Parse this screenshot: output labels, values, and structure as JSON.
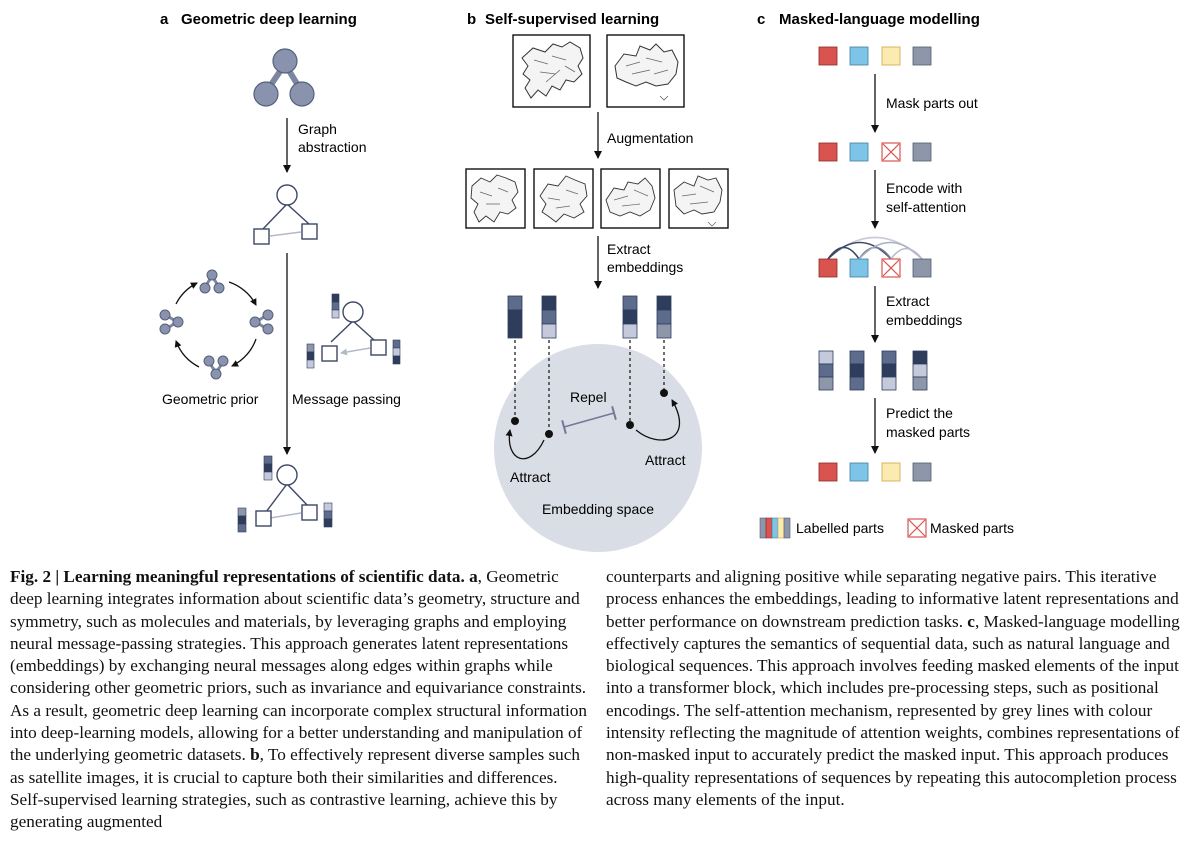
{
  "panels": {
    "a": {
      "letter": "a",
      "title": "Geometric deep learning",
      "step_graph_abstraction": [
        "Graph",
        "abstraction"
      ],
      "geometric_prior_label": "Geometric prior",
      "message_passing_label": "Message passing"
    },
    "b": {
      "letter": "b",
      "title": "Self-supervised learning",
      "step_augmentation": "Augmentation",
      "step_extract": [
        "Extract",
        "embeddings"
      ],
      "repel_label": "Repel",
      "attract_left_label": "Attract",
      "attract_right_label": "Attract",
      "embedding_space_label": "Embedding space"
    },
    "c": {
      "letter": "c",
      "title": "Masked-language modelling",
      "step_mask": "Mask parts out",
      "step_encode": [
        "Encode with",
        "self-attention"
      ],
      "step_extract": [
        "Extract",
        "embeddings"
      ],
      "step_predict": [
        "Predict the",
        "masked parts"
      ],
      "legend_labelled": "Labelled parts",
      "legend_masked": "Masked parts"
    }
  },
  "colors": {
    "token_red": "#d9534f",
    "token_blue": "#7ec4e8",
    "token_yellow": "#fcebb0",
    "token_grey": "#8e96aa",
    "node_fill": "#8a93ad",
    "embedding_dark": "#2f3d5c",
    "embedding_mid": "#5d6c8c",
    "embedding_light": "#c4cadb",
    "embedding_space": "#d9dde6",
    "line_grey": "#b3b9c8"
  },
  "caption": {
    "fig_label": "Fig. 2 | Learning meaningful representations of scientific data.",
    "a_letter": "a",
    "a_text": ", Geometric deep learning integrates information about scientific data’s geometry, structure and symmetry, such as molecules and materials, by leveraging graphs and employing neural message-passing strategies. This approach generates latent representations (embeddings) by exchanging neural messages along edges within graphs while considering other geometric priors, such as invariance and equivariance constraints. As a result, geometric deep learning can incorporate complex structural information into deep-learning models, allowing for a better understanding and manipulation of the underlying geometric datasets.",
    "b_letter": "b",
    "b_text": ", To effectively represent diverse samples such as satellite images, it is crucial to capture both their similarities and differences. Self-supervised learning strategies, such as contrastive learning, achieve this by generating augmented counterparts and aligning positive while separating negative pairs. This iterative process enhances the embeddings, leading to informative latent representations and better performance on downstream prediction tasks.",
    "c_letter": "c",
    "c_text": ", Masked-language modelling effectively captures the semantics of sequential data, such as natural language and biological sequences. This approach involves feeding masked elements of the input into a transformer block, which includes pre-processing steps, such as positional encodings. The self-attention mechanism, represented by grey lines with colour intensity reflecting the magnitude of attention weights, combines representations of non-masked input to accurately predict the masked input. This approach produces high-quality representations of sequences by repeating this autocompletion process across many elements of the input."
  }
}
